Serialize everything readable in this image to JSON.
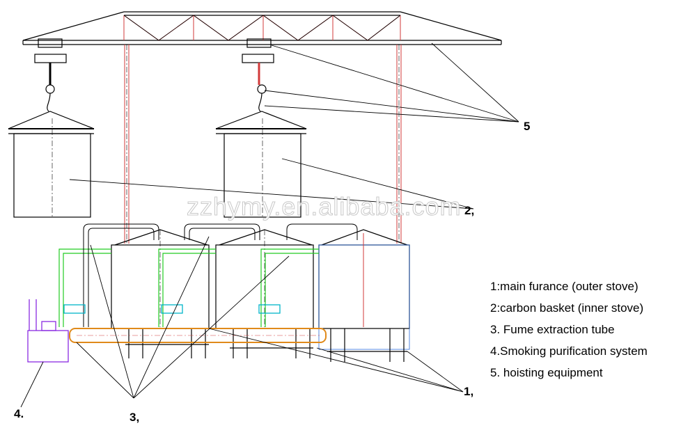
{
  "legend": [
    "1:main furance (outer stove)",
    "2:carbon basket (inner stove)",
    "3. Fume extraction tube",
    "4.Smoking purification system",
    "5. hoisting equipment"
  ],
  "callouts": {
    "main_furnace": "1,",
    "carbon_basket": "2,",
    "fume_tube": "3,",
    "purification": "4.",
    "hoisting": "5"
  },
  "watermark": "zzhymy.en.alibaba.com",
  "colors": {
    "line": "#000000",
    "hoist_red": "#d23a3a",
    "pipe_green": "#22cc22",
    "pipe_orange": "#e08a1a",
    "unit_purple": "#8a2be2",
    "valve_cyan": "#00b5c8",
    "panel_blue": "#2a6ad8"
  }
}
